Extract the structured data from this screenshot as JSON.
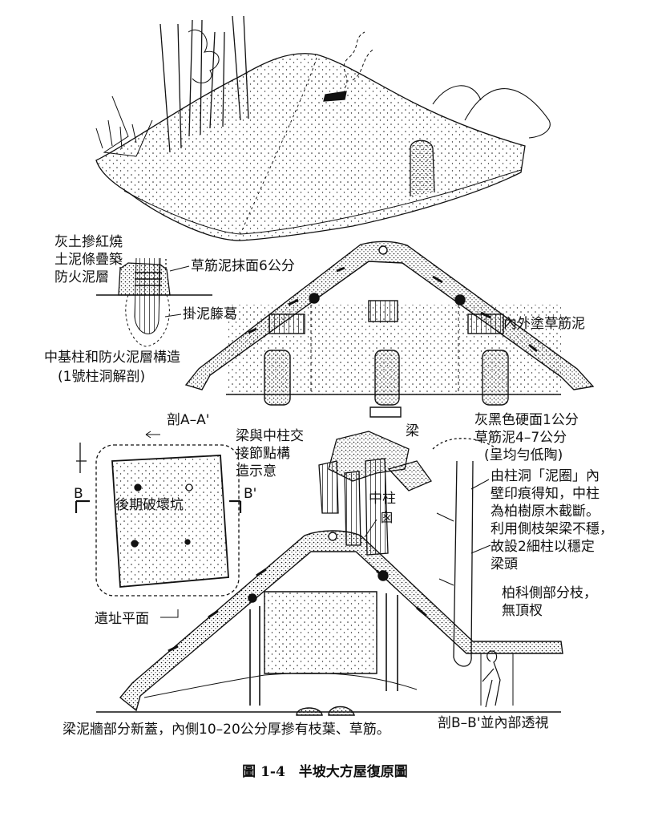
{
  "caption": "圖 1-4　半坡大方屋復原圖",
  "labels": {
    "fire_layer_1": "灰土摻紅燒",
    "fire_layer_2": "土泥條疊築",
    "fire_layer_3": "防火泥層",
    "plaster_6cm": "草筋泥抹面6公分",
    "hang_mud": "掛泥籐葛",
    "pillar_title_1": "中基柱和防火泥層構造",
    "pillar_title_2": "(1號柱洞解剖)",
    "inner_outer": "內外塗草筋泥",
    "section_aa": "剖A–A'",
    "joint_1": "梁與中柱交",
    "joint_2": "接節點構",
    "joint_3": "造示意",
    "beam": "梁",
    "floor_1": "灰黑色硬面1公分",
    "floor_2": "草筋泥4–7公分",
    "floor_3": "(呈均勻低陶)",
    "note_1": "由柱洞「泥圈」內",
    "note_2": "壁印痕得知，中柱",
    "note_3": "為柏樹原木截斷。",
    "note_4": "利用側枝架梁不穩，",
    "note_5": "故設2細柱以穩定",
    "note_6": "梁頭",
    "plan_b": "B",
    "plan_b2": "B'",
    "later_pit": "後期破壞坑",
    "central_pillar": "中柱",
    "site_plan": "遺址平面",
    "chimney_hole": "囪",
    "branch_1": "柏科側部分枝，",
    "branch_2": "無頂杈",
    "wall_note": "梁泥牆部分新蓋，內側10–20公分厚摻有枝葉、草筋。",
    "section_bb": "剖B–B'並內部透視"
  }
}
